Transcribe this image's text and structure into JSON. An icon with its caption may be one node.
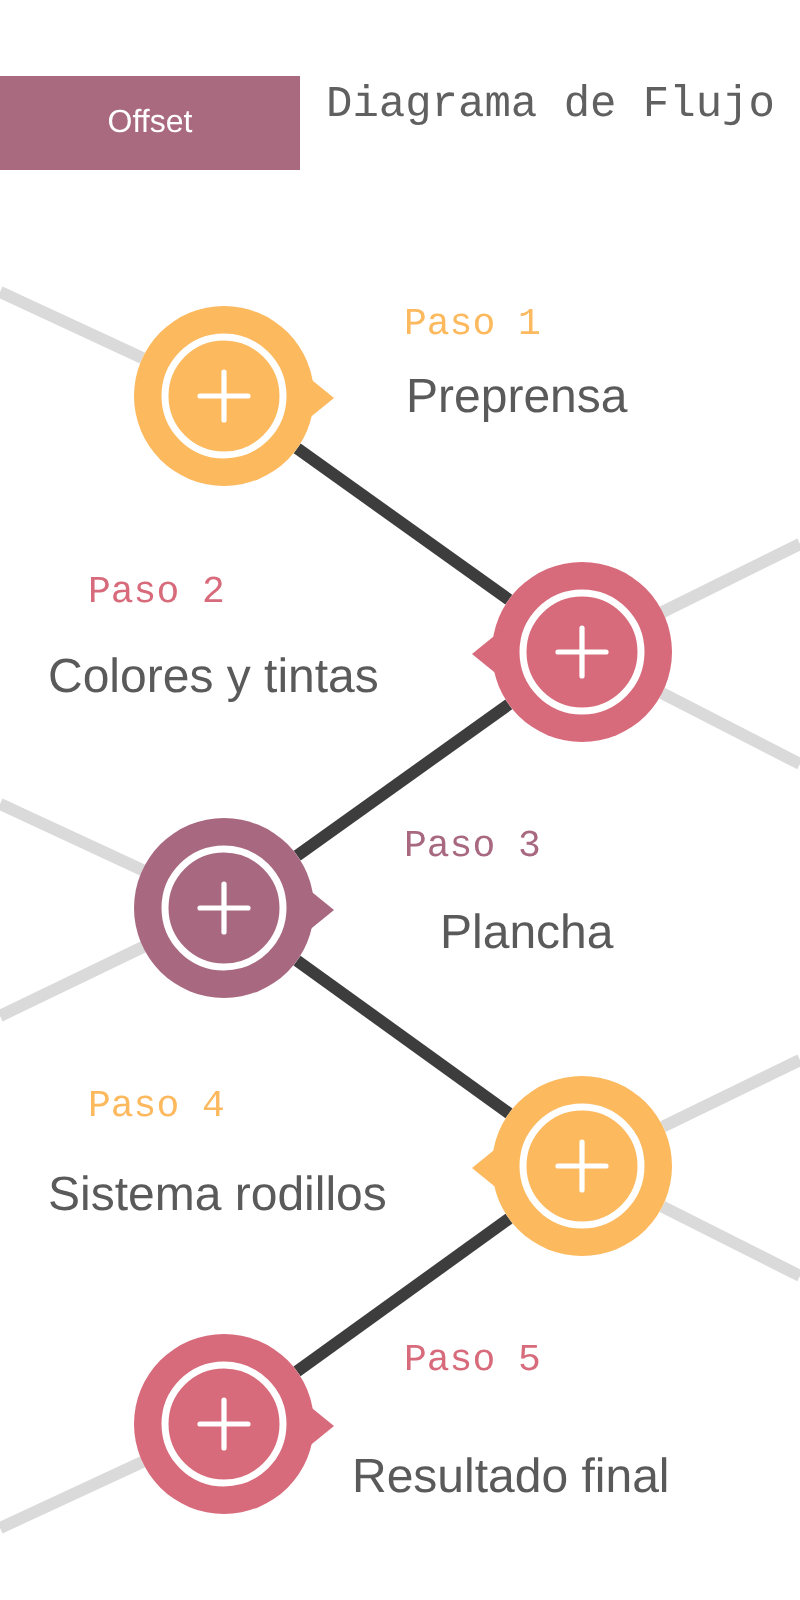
{
  "diagram": {
    "title": "Diagrama de Flujo",
    "nodes": [
      {
        "text": [
          "Offset"
        ]
      },
      {
        "text": [],
        "shape": "circle",
        "beside": [
          "Paso 1",
          "Preprensa"
        ]
      },
      {
        "text": [],
        "shape": "circle",
        "beside": [
          "Paso 2",
          "Colores y tintas"
        ]
      },
      {
        "text": [],
        "shape": "circle",
        "beside": [
          "Paso 3",
          "Plancha"
        ]
      },
      {
        "text": [],
        "shape": "circle",
        "beside": [
          "Paso 4",
          "Sistema rodillos"
        ]
      },
      {
        "text": [],
        "shape": "circle",
        "beside": [
          "Paso 5",
          "Resultado final"
        ]
      }
    ],
    "edges": [
      {
        "from": 1,
        "to": 2,
        "arrow": "none",
        "color": "#3d3d3d"
      },
      {
        "from": 2,
        "to": 3,
        "arrow": "none",
        "color": "#3d3d3d"
      },
      {
        "from": 3,
        "to": 4,
        "arrow": "none",
        "color": "#3d3d3d"
      },
      {
        "from": 4,
        "to": 5,
        "arrow": "none",
        "color": "#3d3d3d"
      },
      {
        "from": null,
        "to": 1,
        "arrow": "none",
        "color": "#dadada"
      },
      {
        "from": 2,
        "to": null,
        "arrow": "none",
        "color": "#dadada"
      },
      {
        "from": 2,
        "to": null,
        "arrow": "none",
        "color": "#dadada"
      },
      {
        "from": null,
        "to": 3,
        "arrow": "none",
        "color": "#dadada"
      },
      {
        "from": 3,
        "to": null,
        "arrow": "none",
        "color": "#dadada"
      },
      {
        "from": 4,
        "to": null,
        "arrow": "none",
        "color": "#dadada"
      },
      {
        "from": 4,
        "to": null,
        "arrow": "none",
        "color": "#dadada"
      },
      {
        "from": 5,
        "to": null,
        "arrow": "none",
        "color": "#dadada"
      }
    ]
  }
}
